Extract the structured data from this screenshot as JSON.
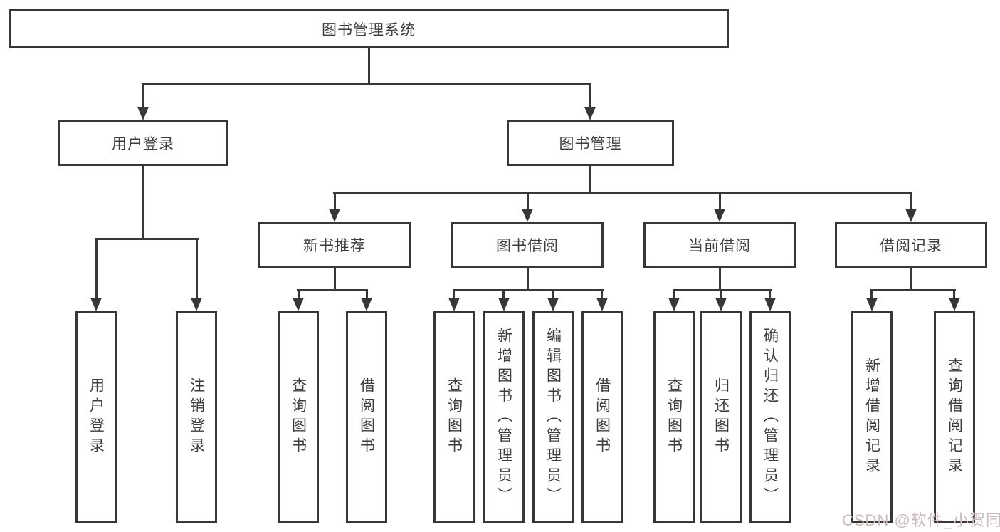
{
  "diagram": {
    "title": "图书管理系统",
    "nodes": {
      "root": "图书管理系统",
      "user_login": "用户登录",
      "book_mgmt": "图书管理",
      "new_books": "新书推荐",
      "book_borrow": "图书借阅",
      "current_borrow": "当前借阅",
      "borrow_records": "借阅记录",
      "leaf_user_login": "用户登录",
      "leaf_logout": "注销登录",
      "leaf_nb_query": "查询图书",
      "leaf_nb_borrow": "借阅图书",
      "leaf_bb_query": "查询图书",
      "leaf_bb_add": "新增图书（管理员）",
      "leaf_bb_edit": "编辑图书（管理员）",
      "leaf_bb_borrow": "借阅图书",
      "leaf_cb_query": "查询图书",
      "leaf_cb_return": "归还图书",
      "leaf_cb_confirm": "确认归还（管理员）",
      "leaf_br_add": "新增借阅记录",
      "leaf_br_query": "查询借阅记录"
    },
    "colors": {
      "line": "#373737",
      "text": "#3d3d3d",
      "box_background": "#ffffff"
    }
  },
  "watermark": {
    "text": "CSDN @软件_小贺同学",
    "color": "#ccbaba"
  }
}
